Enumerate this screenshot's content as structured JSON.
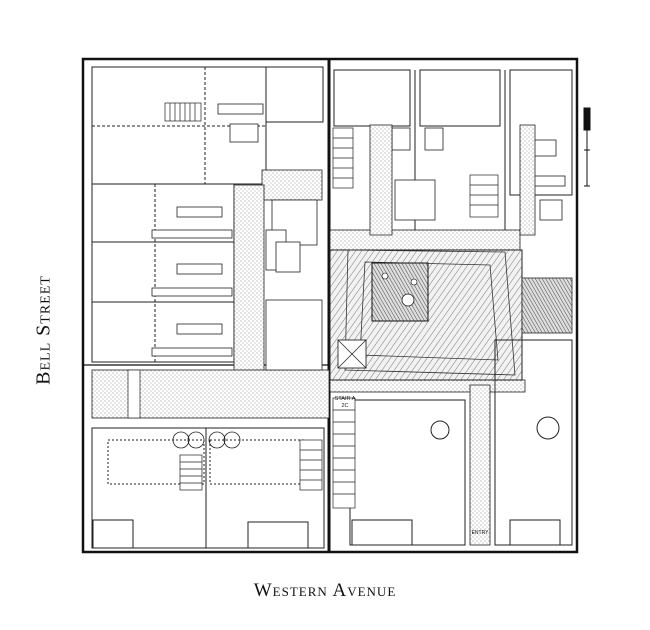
{
  "streets": {
    "left": "Bell Street",
    "bottom": "Western Avenue"
  },
  "labels": {
    "stair_a": "STAIR A",
    "stair_a_sub": "2C",
    "entry": "ENTRY"
  },
  "colors": {
    "line": "#1a1a1a",
    "hatch": "#333333",
    "background": "#ffffff"
  }
}
